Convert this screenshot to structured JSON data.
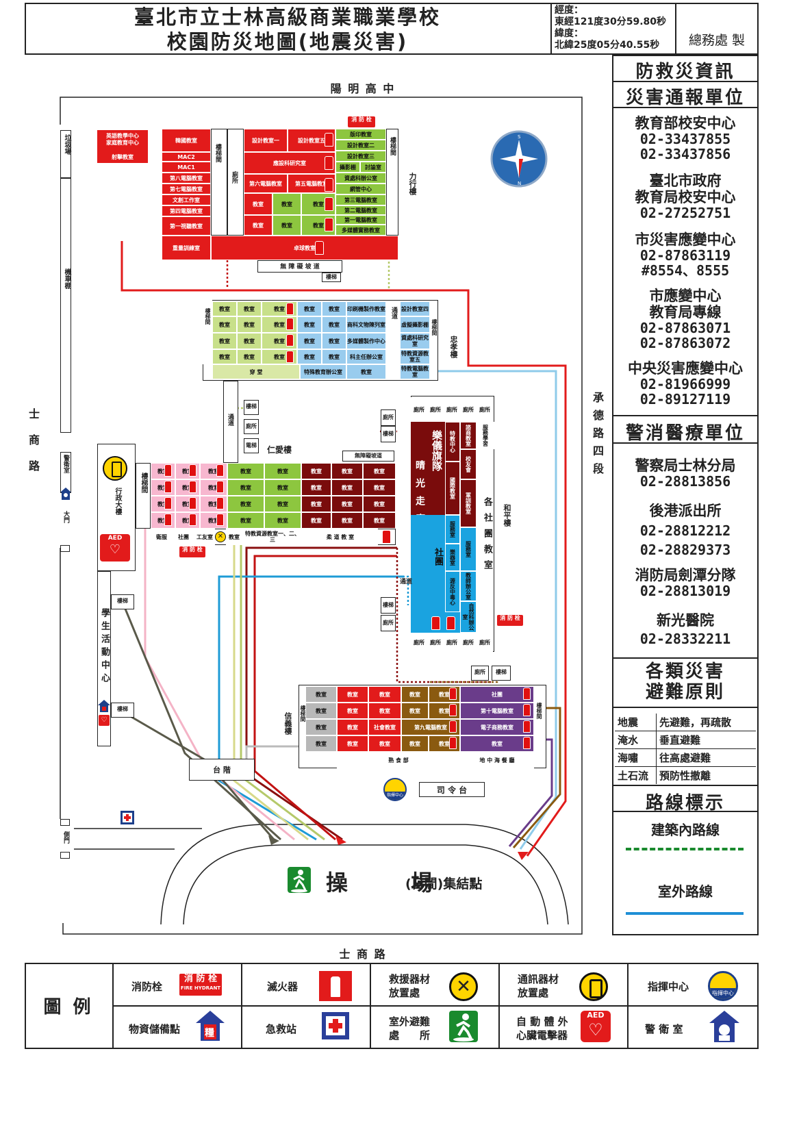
{
  "header": {
    "school": "臺北市立士林高級商業職業學校",
    "map_title": "校園防災地圖(地震災害)",
    "lng_label": "經度：",
    "lng_value": "東經121度30分59.80秒",
    "lat_label": "緯度：",
    "lat_value": "北緯25度05分40.55秒",
    "maker": "總務處 製"
  },
  "sidebar": {
    "info_title": "防救災資訊",
    "report_title": "災害通報單位",
    "report_units": [
      {
        "name": "教育部校安中心",
        "phones": [
          "02-33437855",
          "02-33437856"
        ]
      },
      {
        "name": "臺北市政府\n教育局校安中心",
        "phones": [
          "02-27252751"
        ]
      },
      {
        "name": "市災害應變中心",
        "phones": [
          "02-87863119",
          "#8554、8555"
        ]
      },
      {
        "name": "市應變中心\n教育局專線",
        "phones": [
          "02-87863071",
          "02-87863072"
        ]
      },
      {
        "name": "中央災害應變中心",
        "phones": [
          "02-81966999",
          "02-89127119"
        ]
      }
    ],
    "police_title": "警消醫療單位",
    "police_units": [
      {
        "name": "警察局士林分局",
        "phones": [
          "02-28813856"
        ]
      },
      {
        "name": "後港派出所",
        "phones": [
          "02-28812212",
          "02-28829373"
        ]
      },
      {
        "name": "消防局劍潭分隊",
        "phones": [
          "02-28813019"
        ]
      },
      {
        "name": "新光醫院",
        "phones": [
          "02-28332211"
        ]
      }
    ],
    "principles_title": "各類災害\n避難原則",
    "principles": [
      {
        "disaster": "地震",
        "rule": "先避難，再疏散"
      },
      {
        "disaster": "淹水",
        "rule": "垂直避難"
      },
      {
        "disaster": "海嘯",
        "rule": "往高處避難"
      },
      {
        "disaster": "土石流",
        "rule": "預防性撤離"
      }
    ],
    "route_title": "路線標示",
    "route_indoor": "建築內路線",
    "route_outdoor": "室外路線",
    "indoor_color": "#1a8a2e",
    "outdoor_color": "#1e8fd6"
  },
  "map": {
    "north_neighbor": "陽 明 高 中",
    "east_road": "承德路四段",
    "west_road": "士商路",
    "south_road": "士 商 路",
    "buildings": {
      "lixing": "力行樓",
      "zhongxiao": "忠孝樓",
      "renai": "仁愛樓",
      "heping": "和平樓",
      "xinyi": "信義樓",
      "admin": "行政大樓",
      "student": "學生活動中心"
    },
    "labels": {
      "garbage": "垃圾場",
      "bike": "機車棚",
      "guard": "警衛室",
      "main_gate": "大門",
      "side_gate": "側門",
      "stage_steps": "台 階",
      "podium": "司 令 台",
      "ramp1": "無 障 礙 坡 道",
      "ramp2": "無障礙坡道",
      "stairs": "樓梯",
      "stairwell": "樓梯間",
      "toilet": "廁所",
      "passage": "通道",
      "elevator": "電梯",
      "corridor": "穿 堂",
      "sunshine_corridor": "晴光走廊",
      "band": "樂儀旗隊",
      "club": "社團",
      "club_rooms": "各社團教室",
      "canteen": "熟 食 部",
      "restaurant": "地 中 海 餐 廳",
      "judo": "柔 道 教 室",
      "sports_field": "操　場",
      "assembly": "(日間)集結點",
      "english_center": "英語教學中心\n家庭教育中心",
      "shooting": "射擊教室"
    }
  },
  "legend": {
    "title": "圖 例",
    "items": [
      {
        "label": "消防栓",
        "icon": "fire-hydrant-icon"
      },
      {
        "label": "滅火器",
        "icon": "fire-extinguisher-icon"
      },
      {
        "label": "救援器材\n放置處",
        "icon": "rescue-tools-icon"
      },
      {
        "label": "通訊器材\n放置處",
        "icon": "radio-icon"
      },
      {
        "label": "指揮中心",
        "icon": "command-center-icon"
      },
      {
        "label": "物資儲備點",
        "icon": "supplies-icon"
      },
      {
        "label": "急救站",
        "icon": "first-aid-icon"
      },
      {
        "label": "室外避難\n處　　所",
        "icon": "evacuation-icon"
      },
      {
        "label": "自 動 體 外\n心臟電擊器",
        "icon": "aed-icon"
      },
      {
        "label": "警 衛 室",
        "icon": "guard-room-icon"
      }
    ],
    "hydrant_text": "消 防 栓",
    "hydrant_sub": "FIRE HYDRANT",
    "supplies_char": "糧",
    "command_text": "指揮中心",
    "aed_text": "AED"
  },
  "rooms": {
    "top_block": [
      "韓國教室",
      "MAC2",
      "MAC1",
      "第八電腦教室",
      "第七電腦教室",
      "文創工作室",
      "第四電腦教室",
      "第一視聽教室",
      "重量訓練室",
      "設計教室一",
      "設計教室五",
      "應設科研究室",
      "第六電腦教室",
      "第五電腦教室",
      "教室",
      "卓球教室",
      "版印教室",
      "設計教室二",
      "設計教室三",
      "攝影棚",
      "討論室",
      "資處科辦公室",
      "網管中心",
      "第三電腦教室",
      "第二電腦教室",
      "第一電腦教室",
      "多媒體實務教室"
    ],
    "middle_block": [
      "教室",
      "印刷機製作教室",
      "商科文物陳列室",
      "多媒體製作中心",
      "科主任辦公室",
      "特殊教育辦公室",
      "設計教室四",
      "虛擬攝影棚",
      "資處科研究室",
      "特教資源教室五",
      "特教電腦教室"
    ],
    "xinyi_block": [
      "教室",
      "社會教室",
      "第九電腦教室",
      "社團",
      "第十電腦教室",
      "電子商務教室"
    ],
    "renai_bottom": [
      "衛服",
      "社團",
      "工友室",
      "特教資源教室一、二、三"
    ],
    "heping_block": [
      "特教中心",
      "諮商教室",
      "校友會",
      "服務學習",
      "軍訓教室",
      "國際教室",
      "服務室",
      "教師辦公室",
      "源反中毒心",
      "自然科辦公室",
      "樂器室"
    ]
  }
}
